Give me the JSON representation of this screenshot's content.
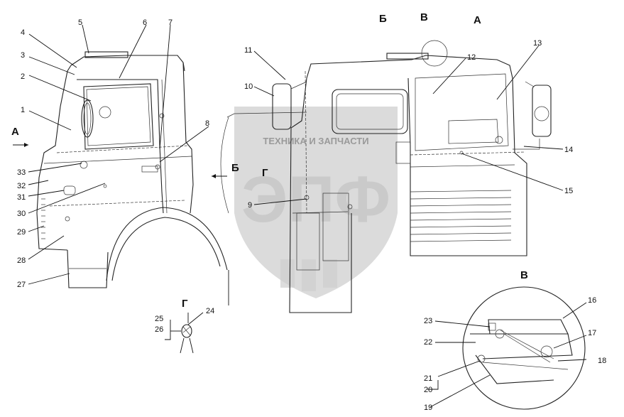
{
  "watermark": {
    "text_top": "ТЕХНИКА И ЗАПЧАСТИ",
    "letters": "ЭПФ"
  },
  "view_labels": {
    "a_left": "А",
    "b_top": "Б",
    "v_top": "В",
    "a_top": "А",
    "b_arrow": "Б",
    "g_mark": "Г",
    "g_detail": "Г",
    "v_detail": "В"
  },
  "callouts": {
    "n1": "1",
    "n2": "2",
    "n3": "3",
    "n4": "4",
    "n5": "5",
    "n6": "6",
    "n7": "7",
    "n8": "8",
    "n9": "9",
    "n10": "10",
    "n11": "11",
    "n12": "12",
    "n13": "13",
    "n14": "14",
    "n15": "15",
    "n16": "16",
    "n17": "17",
    "n18": "18",
    "n19": "19",
    "n20": "20",
    "n21": "21",
    "n22": "22",
    "n23": "23",
    "n24": "24",
    "n25": "25",
    "n26": "26",
    "n27": "27",
    "n28": "28",
    "n29": "29",
    "n30": "30",
    "n31": "31",
    "n32": "32",
    "n33": "33"
  }
}
